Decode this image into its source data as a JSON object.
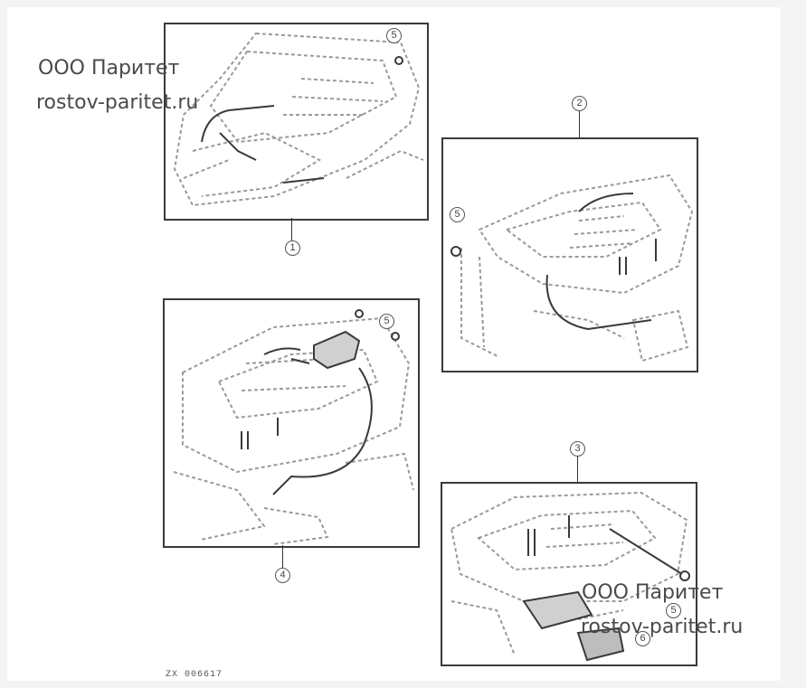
{
  "callouts": {
    "panel1": "1",
    "panel2": "2",
    "panel3": "3",
    "panel4": "4",
    "part5": "5",
    "part6": "6"
  },
  "watermark": {
    "company": "ООО Паритет",
    "url": "rostov-paritet.ru"
  },
  "drawing_code": "ZX 006617",
  "colors": {
    "line": "#3a3a3a",
    "dashed": "#9a9a9a",
    "text": "#4a4a4a"
  }
}
